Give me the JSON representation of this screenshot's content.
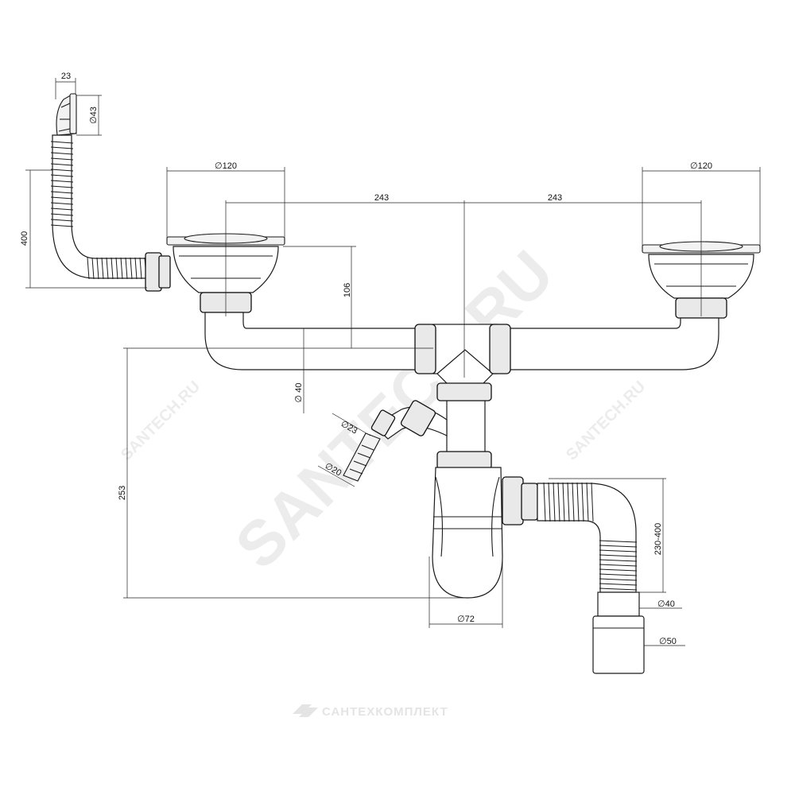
{
  "dimensions": {
    "overflow_width": "23",
    "overflow_diameter": "∅43",
    "overflow_hose_length": "400",
    "strainer_left_diameter": "∅120",
    "strainer_right_diameter": "∅120",
    "spacing_left": "243",
    "spacing_right": "243",
    "drop_height": "106",
    "pipe_diameter": "∅ 40",
    "total_height": "253",
    "side_outlet_outer": "∅23",
    "side_outlet_inner": "∅20",
    "bottle_diameter": "∅72",
    "hose_range": "230-400",
    "outlet_diameter_1": "∅40",
    "outlet_diameter_2": "∅50"
  },
  "watermark": {
    "main": "SANTECH.RU",
    "side_left": "SANTECH.RU",
    "side_right": "SANTECH.RU"
  },
  "brand": {
    "name": "САНТЕХКОМПЛЕКТ",
    "color": "#e4e4e4"
  }
}
